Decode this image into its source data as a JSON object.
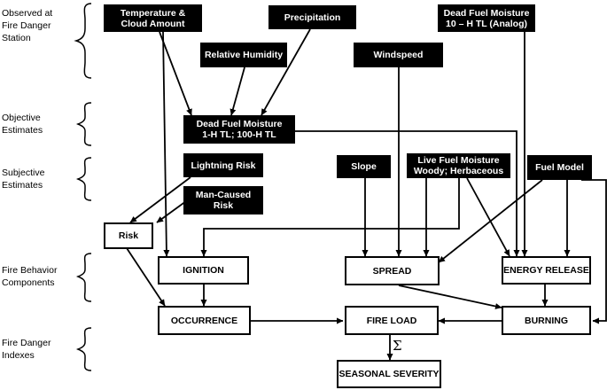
{
  "row_labels": {
    "observed": [
      "Observed at",
      "Fire Danger",
      "Station"
    ],
    "objective": [
      "Objective",
      "Estimates"
    ],
    "subjective": [
      "Subjective",
      "Estimates"
    ],
    "fire_behavior": [
      "Fire Behavior",
      "Components"
    ],
    "fire_danger": [
      "Fire Danger",
      "Indexes"
    ]
  },
  "boxes": {
    "temperature": [
      "Temperature &",
      "Cloud Amount"
    ],
    "precipitation": [
      "Precipitation"
    ],
    "dead_fuel_10h": [
      "Dead Fuel Moisture",
      "10 – H TL (Analog)"
    ],
    "relative_humidity": [
      "Relative Humidity"
    ],
    "windspeed": [
      "Windspeed"
    ],
    "dead_fuel_objective": [
      "Dead Fuel Moisture",
      "1-H TL; 100-H TL"
    ],
    "lightning_risk": [
      "Lightning Risk"
    ],
    "slope": [
      "Slope"
    ],
    "live_fuel": [
      "Live Fuel Moisture",
      "Woody; Herbaceous"
    ],
    "fuel_model": [
      "Fuel Model"
    ],
    "man_caused": [
      "Man-Caused",
      "Risk"
    ],
    "risk": [
      "Risk"
    ],
    "ignition": [
      "IGNITION"
    ],
    "spread": [
      "SPREAD"
    ],
    "energy_release": [
      "ENERGY RELEASE"
    ],
    "occurrence": [
      "OCCURRENCE"
    ],
    "fire_load": [
      "FIRE LOAD"
    ],
    "burning": [
      "BURNING"
    ],
    "seasonal_severity": [
      "SEASONAL SEVERITY"
    ]
  },
  "sigma_symbol": "Σ",
  "colors": {
    "box_fill": "#000000",
    "box_text": "#ffffff",
    "line": "#000000",
    "background": "#ffffff"
  }
}
